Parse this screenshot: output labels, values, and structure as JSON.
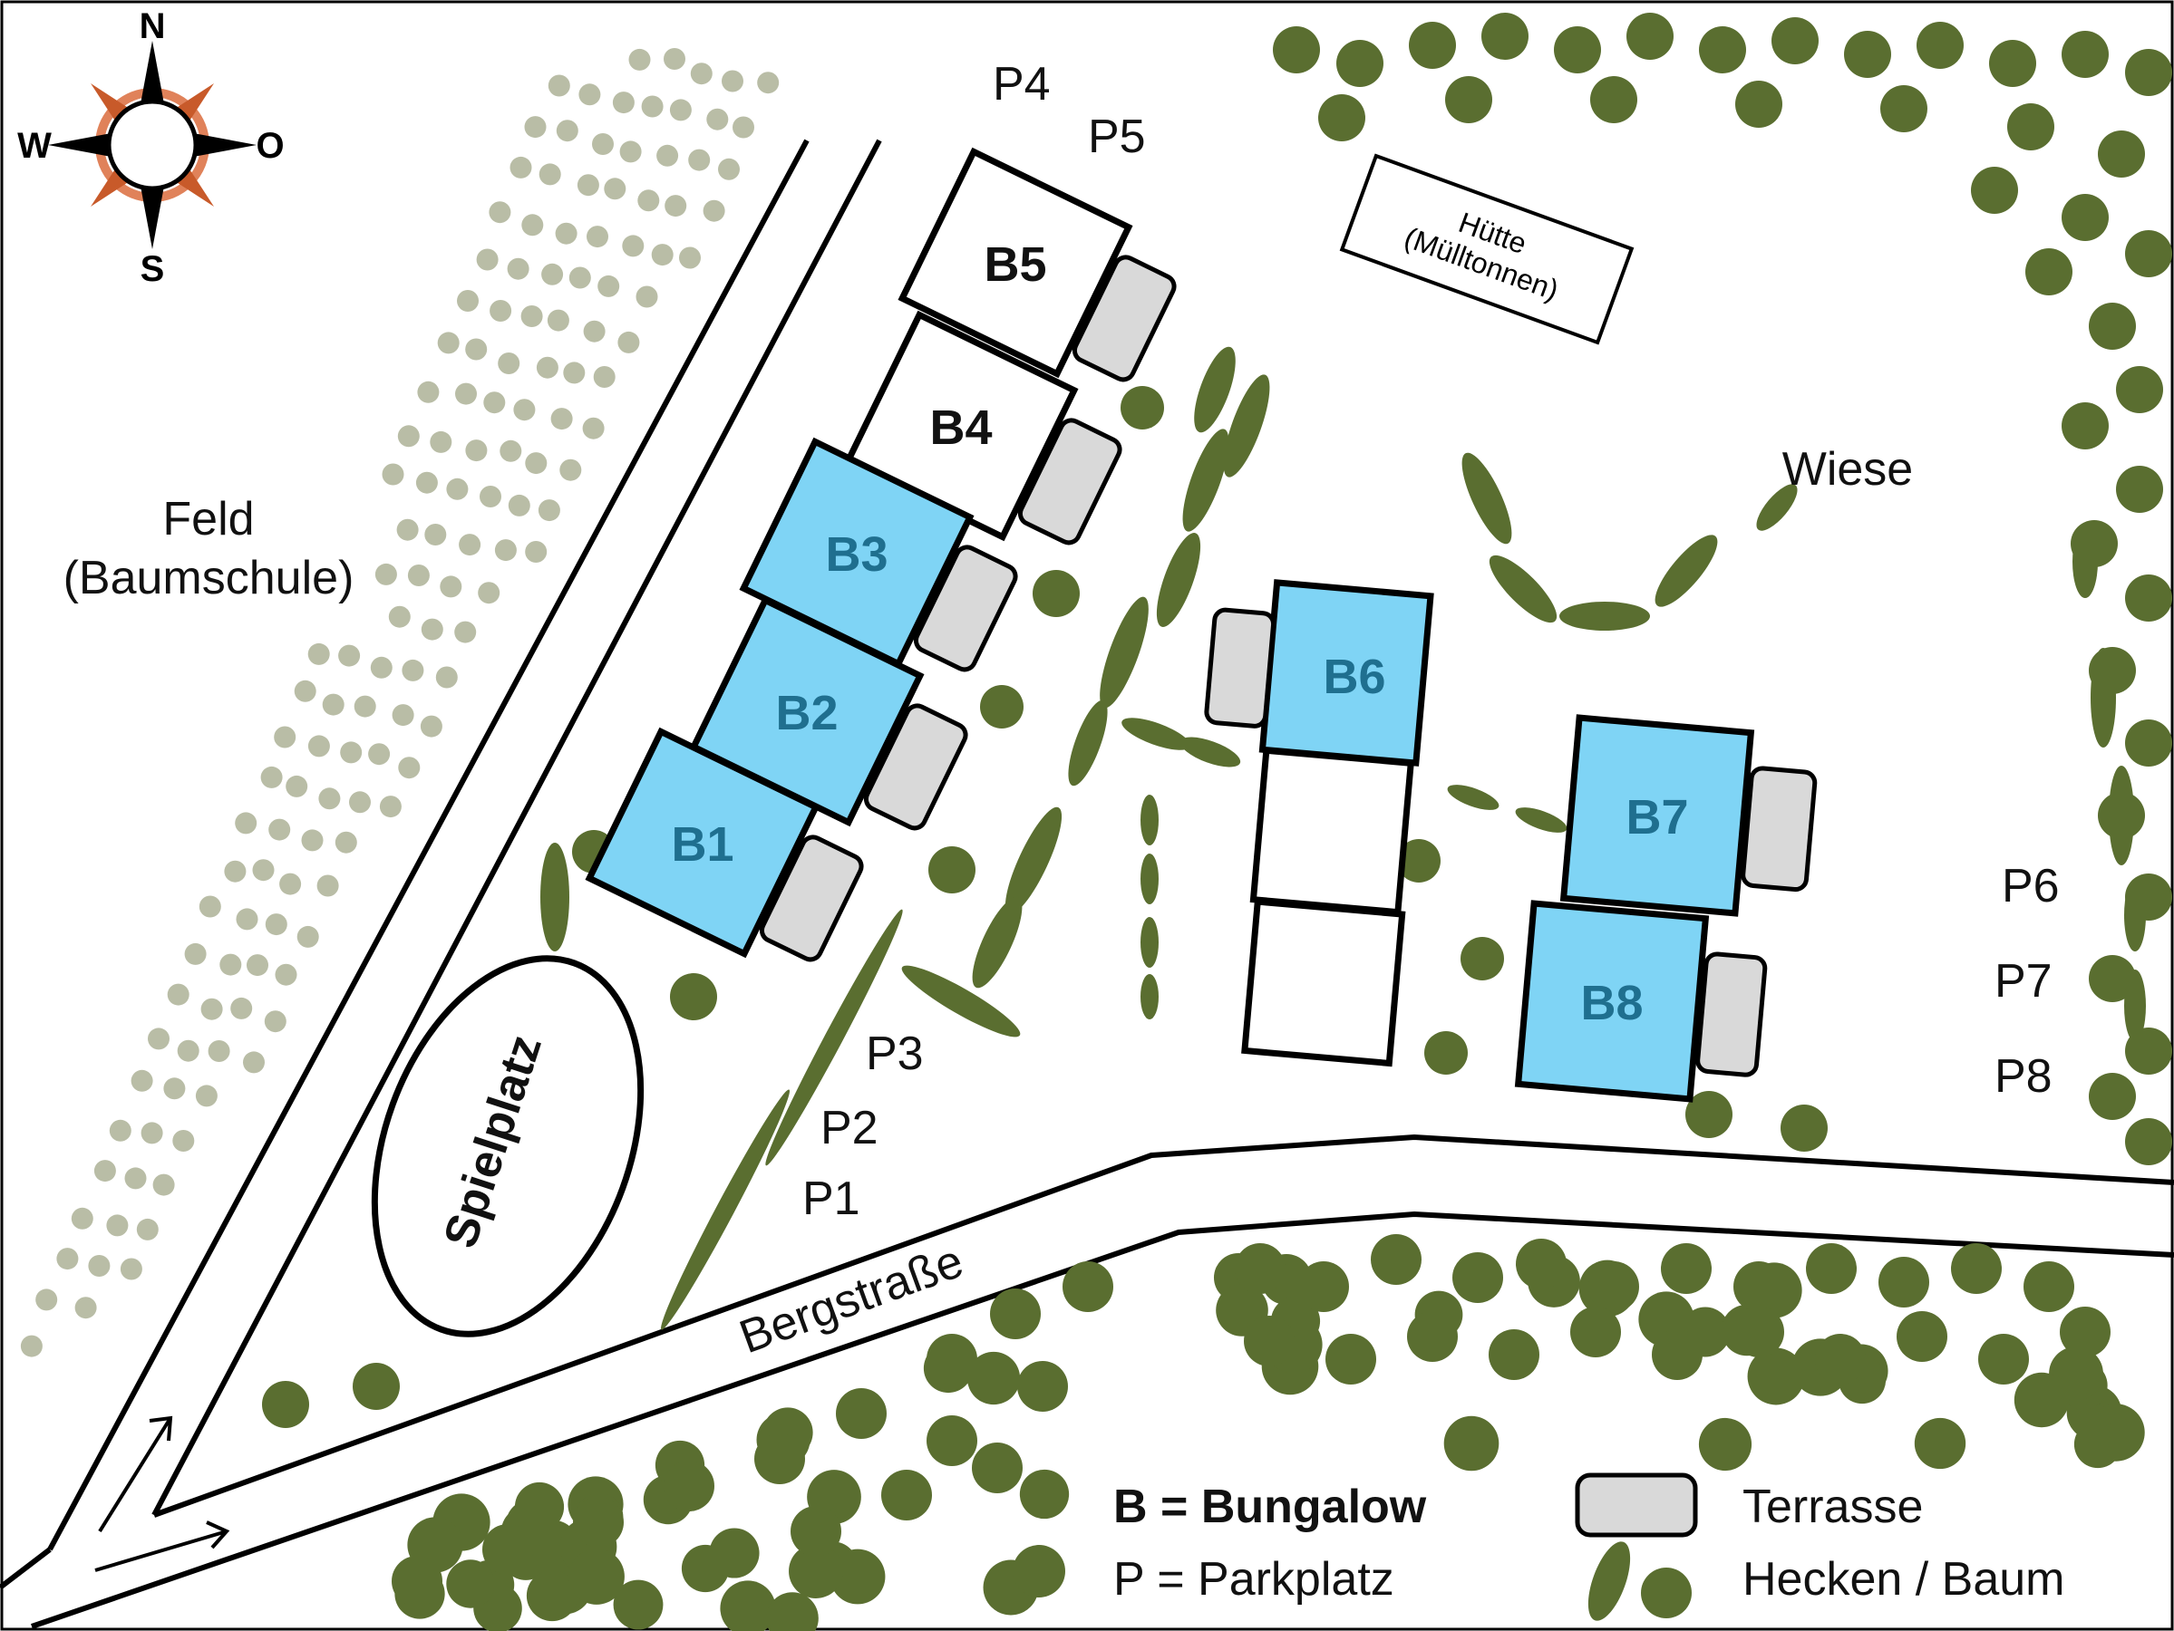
{
  "compass": {
    "n": "N",
    "s": "S",
    "w": "W",
    "o": "O"
  },
  "areas": {
    "field_line1": "Feld",
    "field_line2": "(Baumschule)",
    "meadow": "Wiese",
    "playground": "Spielplatz",
    "hut_line1": "Hütte",
    "hut_line2": "(Mülltonnen)",
    "street": "Bergstraße"
  },
  "bungalows": [
    {
      "id": "B1",
      "booked": true
    },
    {
      "id": "B2",
      "booked": true
    },
    {
      "id": "B3",
      "booked": true
    },
    {
      "id": "B4",
      "booked": false
    },
    {
      "id": "B5",
      "booked": false
    },
    {
      "id": "B6",
      "booked": true
    },
    {
      "id": "B7",
      "booked": true
    },
    {
      "id": "B8",
      "booked": true
    }
  ],
  "parking": [
    "P1",
    "P2",
    "P3",
    "P4",
    "P5",
    "P6",
    "P7",
    "P8"
  ],
  "legend": {
    "bungalow_key": "B = Bungalow",
    "parking_key": "P = Parkplatz",
    "terrace": "Terrasse",
    "hedge_tree": "Hecken / Baum"
  },
  "colors": {
    "booked_fill": "#7fd4f5",
    "booked_text": "#1f6f8f",
    "hedge": "#5a6e30",
    "nursery": "#b9bda6",
    "terrace": "#d9d9d9"
  }
}
